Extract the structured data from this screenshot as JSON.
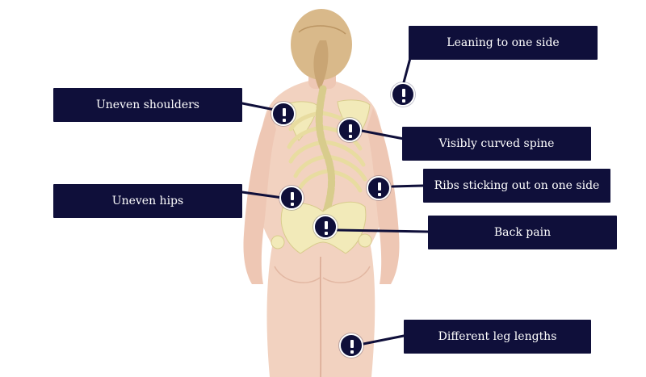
{
  "colors": {
    "label_bg": "#0f0f3a",
    "label_text": "#ffffff",
    "marker_bg": "#0f0f3a",
    "connector": "#0f0f3a",
    "skin": "#f2d2c0",
    "skin_shadow": "#e2b7a2",
    "bone": "#f2eab9",
    "hair": "#d9b98a"
  },
  "figure": {
    "name": "person-back-with-skeleton"
  },
  "markers": [
    {
      "id": "leaning",
      "label": "Leaning to one side",
      "icon": "exclamation-icon"
    },
    {
      "id": "shoulders",
      "label": "Uneven shoulders",
      "icon": "exclamation-icon"
    },
    {
      "id": "spine",
      "label": "Visibly curved spine",
      "icon": "exclamation-icon"
    },
    {
      "id": "ribs",
      "label": "Ribs sticking out on one side",
      "icon": "exclamation-icon"
    },
    {
      "id": "hips",
      "label": "Uneven hips",
      "icon": "exclamation-icon"
    },
    {
      "id": "back-pain",
      "label": "Back pain",
      "icon": "exclamation-icon"
    },
    {
      "id": "legs",
      "label": "Different leg lengths",
      "icon": "exclamation-icon"
    }
  ]
}
